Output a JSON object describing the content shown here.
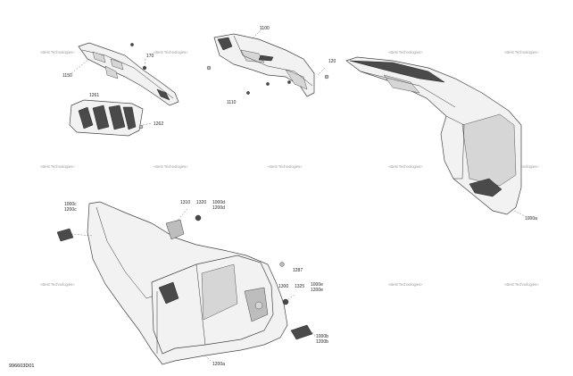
{
  "diagram": {
    "figure_code": "996603D01",
    "watermark": "«Best Technologies»",
    "callouts": [
      {
        "id": "c1150",
        "text": "1150"
      },
      {
        "id": "c170",
        "text": "170"
      },
      {
        "id": "c1261",
        "text": "1261"
      },
      {
        "id": "c1262",
        "text": "1262"
      },
      {
        "id": "c1100",
        "text": "1100"
      },
      {
        "id": "c120",
        "text": "120"
      },
      {
        "id": "c1110",
        "text": "1110"
      },
      {
        "id": "c1000a",
        "text": "1000a"
      },
      {
        "id": "c1000c",
        "text": "1000c"
      },
      {
        "id": "c1200c",
        "text": "1200c"
      },
      {
        "id": "c1310",
        "text": "1310"
      },
      {
        "id": "c1320",
        "text": "1320"
      },
      {
        "id": "c1000d",
        "text": "1000d"
      },
      {
        "id": "c1200d",
        "text": "1200d"
      },
      {
        "id": "c1287",
        "text": "1287"
      },
      {
        "id": "c1300",
        "text": "1300"
      },
      {
        "id": "c1325",
        "text": "1325"
      },
      {
        "id": "c1000e",
        "text": "1000e"
      },
      {
        "id": "c1200e",
        "text": "1200e"
      },
      {
        "id": "c1000b",
        "text": "1000b"
      },
      {
        "id": "c1200b",
        "text": "1200b"
      },
      {
        "id": "c1200a",
        "text": "1200a"
      }
    ]
  }
}
